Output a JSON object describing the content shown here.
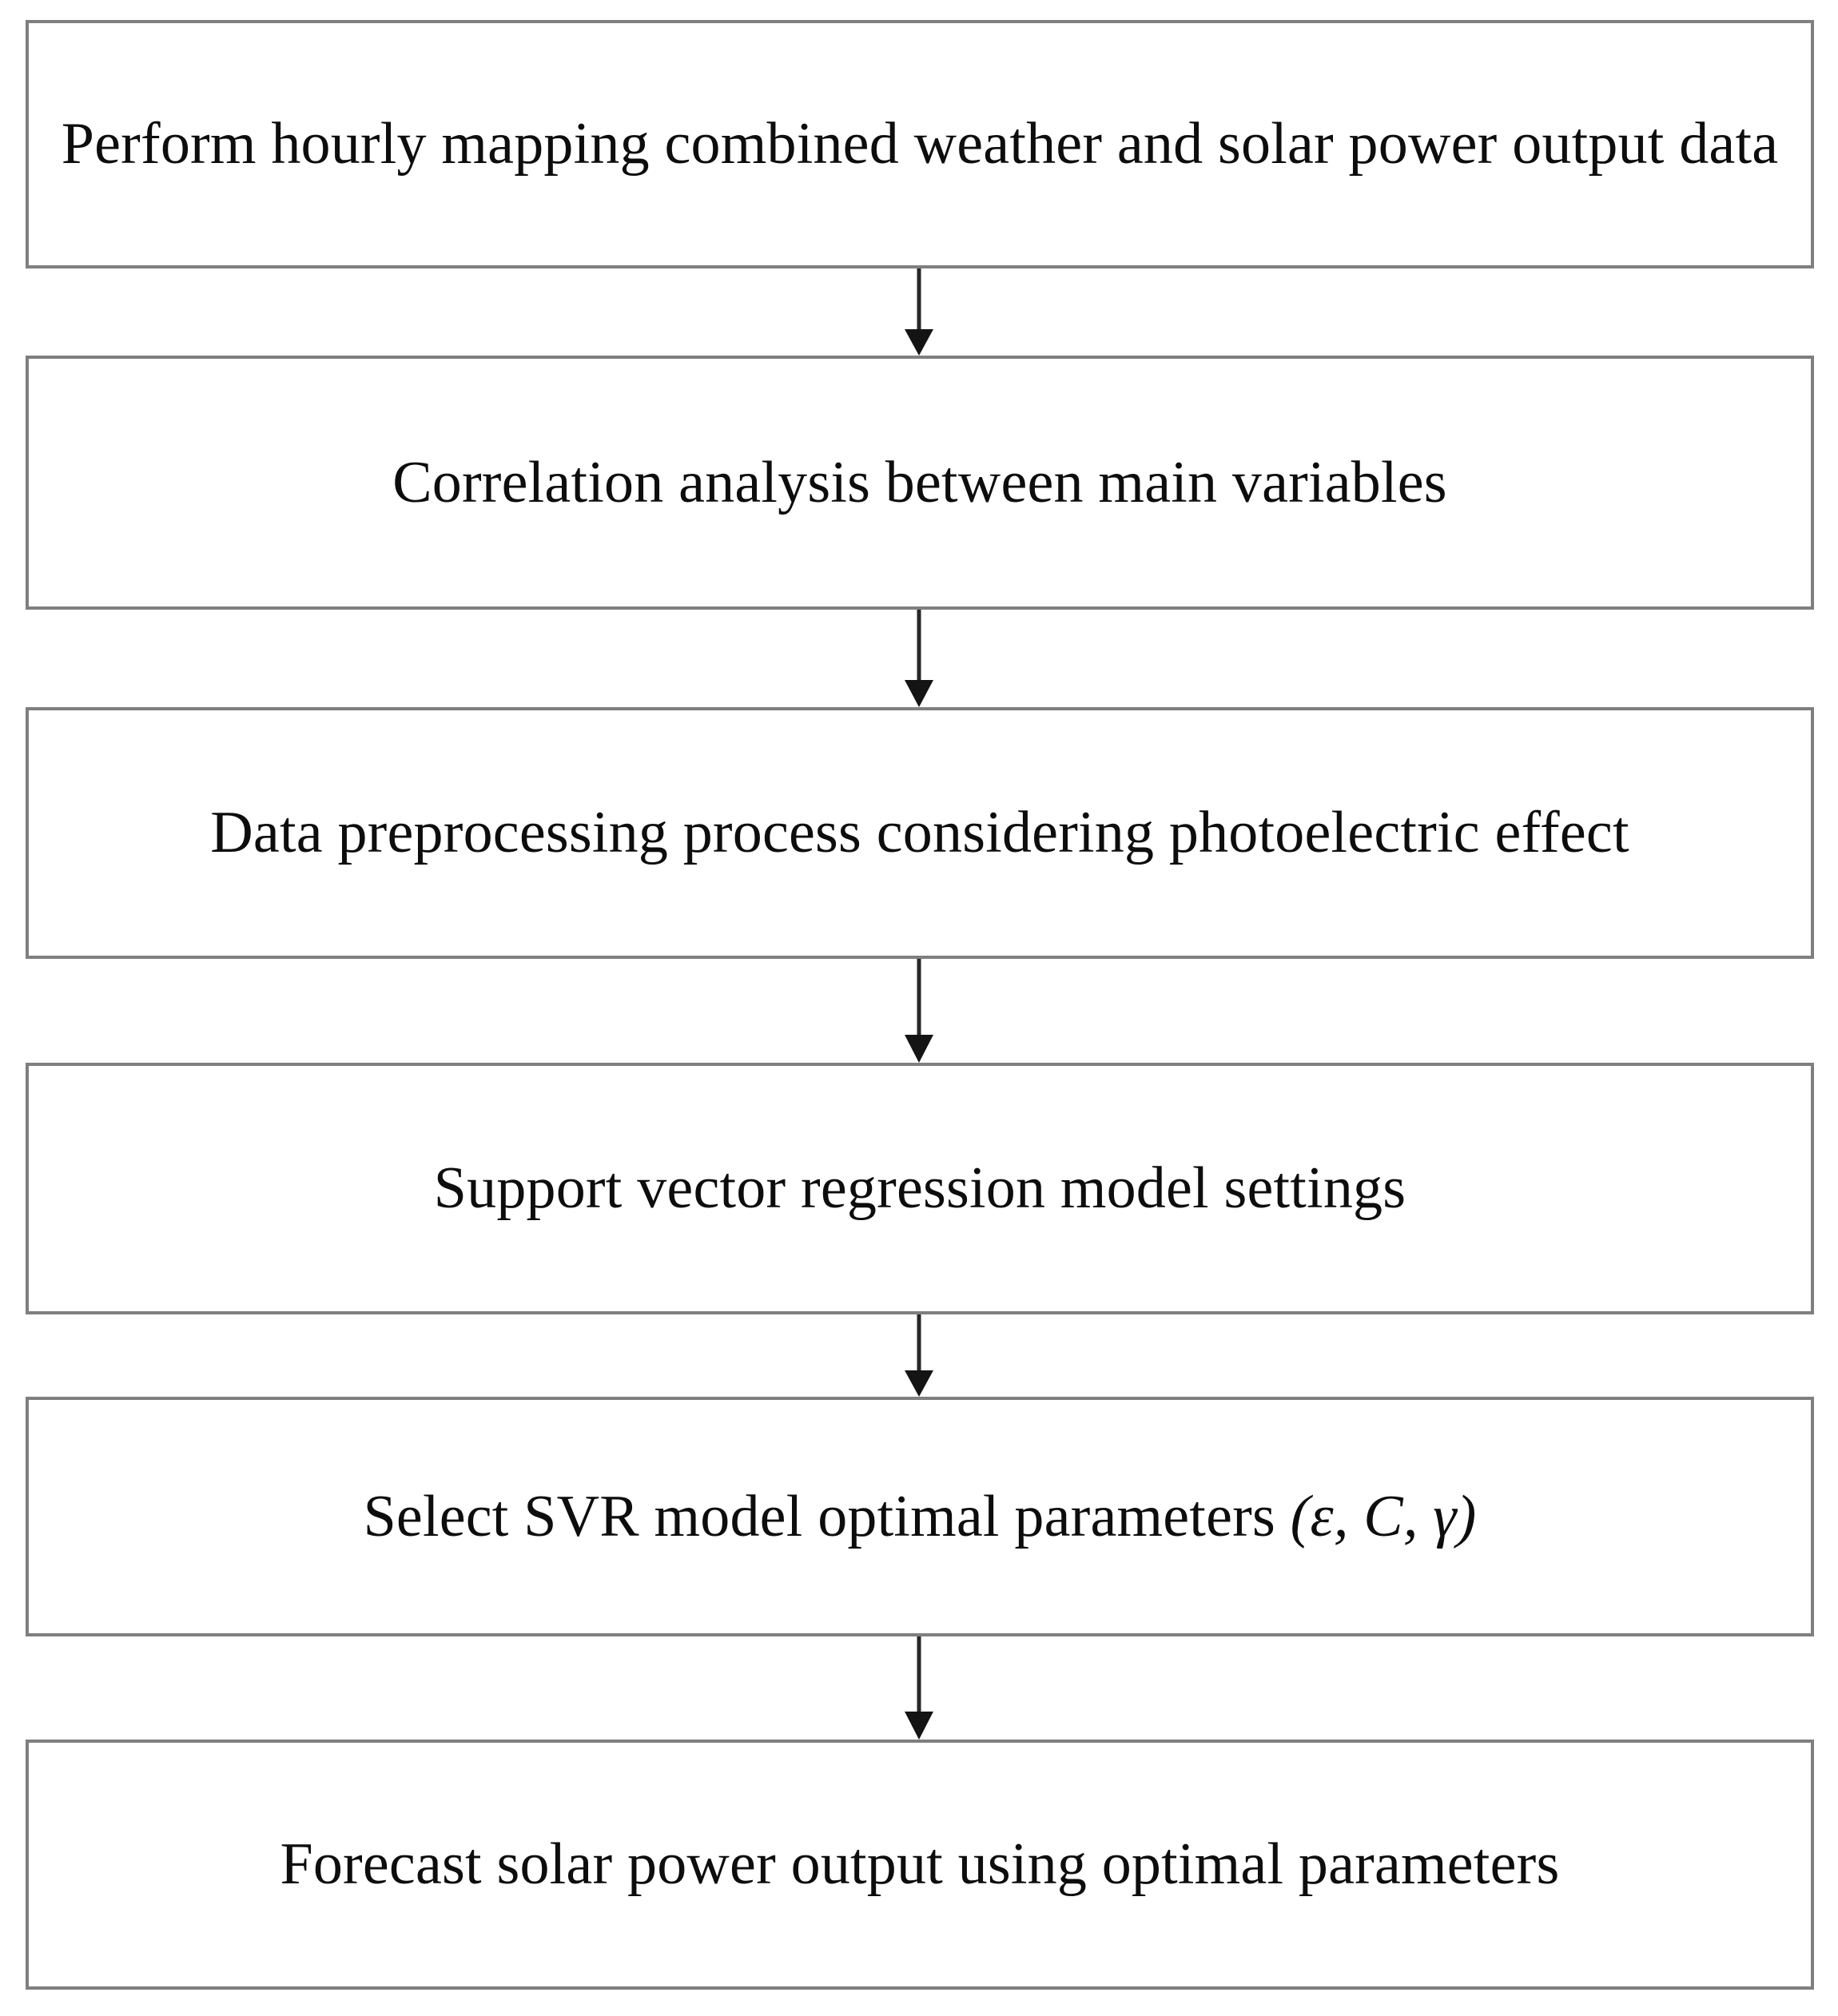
{
  "diagram": {
    "type": "flowchart",
    "orientation": "vertical",
    "box_border_color": "#7f7f7f",
    "box_fill_color": "#ffffff",
    "arrow_color": "#1a1a1a",
    "text_color": "#0d0d0d",
    "nodes": [
      {
        "id": "step-1",
        "text": "Perform hourly mapping combined weather and solar power output data"
      },
      {
        "id": "step-2",
        "text": "Correlation analysis between main variables"
      },
      {
        "id": "step-3",
        "text": "Data preprocessing process considering photoelectric effect"
      },
      {
        "id": "step-4",
        "text": "Support vector regression model settings"
      },
      {
        "id": "step-5",
        "text_prefix": "Select SVR model optimal parameters ",
        "text_math": "(ε, C, γ)",
        "text": "Select SVR model optimal parameters (ε, C, γ)"
      },
      {
        "id": "step-6",
        "text": "Forecast solar power output using optimal parameters"
      }
    ],
    "connectors": [
      {
        "id": "arrow-1-2",
        "from": "step-1",
        "to": "step-2"
      },
      {
        "id": "arrow-2-3",
        "from": "step-2",
        "to": "step-3"
      },
      {
        "id": "arrow-3-4",
        "from": "step-3",
        "to": "step-4"
      },
      {
        "id": "arrow-4-5",
        "from": "step-4",
        "to": "step-5"
      },
      {
        "id": "arrow-5-6",
        "from": "step-5",
        "to": "step-6"
      }
    ]
  }
}
